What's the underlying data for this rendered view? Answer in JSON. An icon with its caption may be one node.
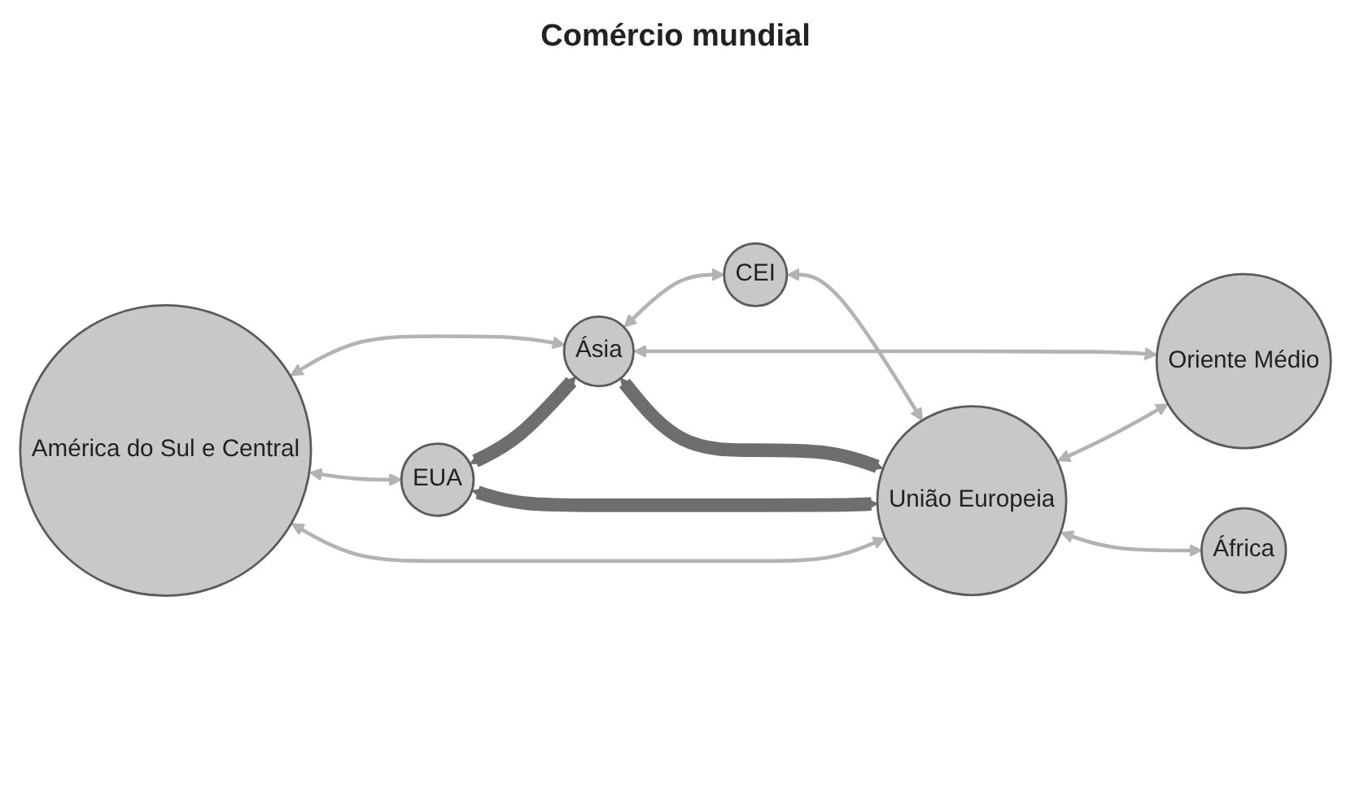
{
  "diagram": {
    "title": "Comércio mundial",
    "nodes": [
      {
        "text": [
          "América do Sul e Central"
        ]
      },
      {
        "text": [
          "EUA"
        ]
      },
      {
        "text": [
          "Ásia"
        ]
      },
      {
        "text": [
          "CEI"
        ]
      },
      {
        "text": [
          "União Europeia"
        ]
      },
      {
        "text": [
          "Oriente Médio"
        ]
      },
      {
        "text": [
          "África"
        ]
      }
    ],
    "edges": [
      {
        "from": 0,
        "to": 2,
        "arrow": "both"
      },
      {
        "from": 0,
        "to": 1,
        "arrow": "both"
      },
      {
        "from": 1,
        "to": 2,
        "arrow": "both",
        "style": "thick",
        "color": "#6e6e6e"
      },
      {
        "from": 2,
        "to": 3,
        "arrow": "both"
      },
      {
        "from": 1,
        "to": 4,
        "arrow": "both",
        "style": "thick",
        "color": "#6e6e6e"
      },
      {
        "from": 0,
        "to": 4,
        "arrow": "both"
      },
      {
        "from": 3,
        "to": 4,
        "arrow": "both"
      },
      {
        "from": 4,
        "to": 2,
        "arrow": "both",
        "style": "thick",
        "color": "#6e6e6e"
      },
      {
        "from": 4,
        "to": 5,
        "arrow": "both"
      },
      {
        "from": 2,
        "to": 5,
        "arrow": "both"
      },
      {
        "from": 4,
        "to": 6,
        "arrow": "both"
      }
    ]
  }
}
